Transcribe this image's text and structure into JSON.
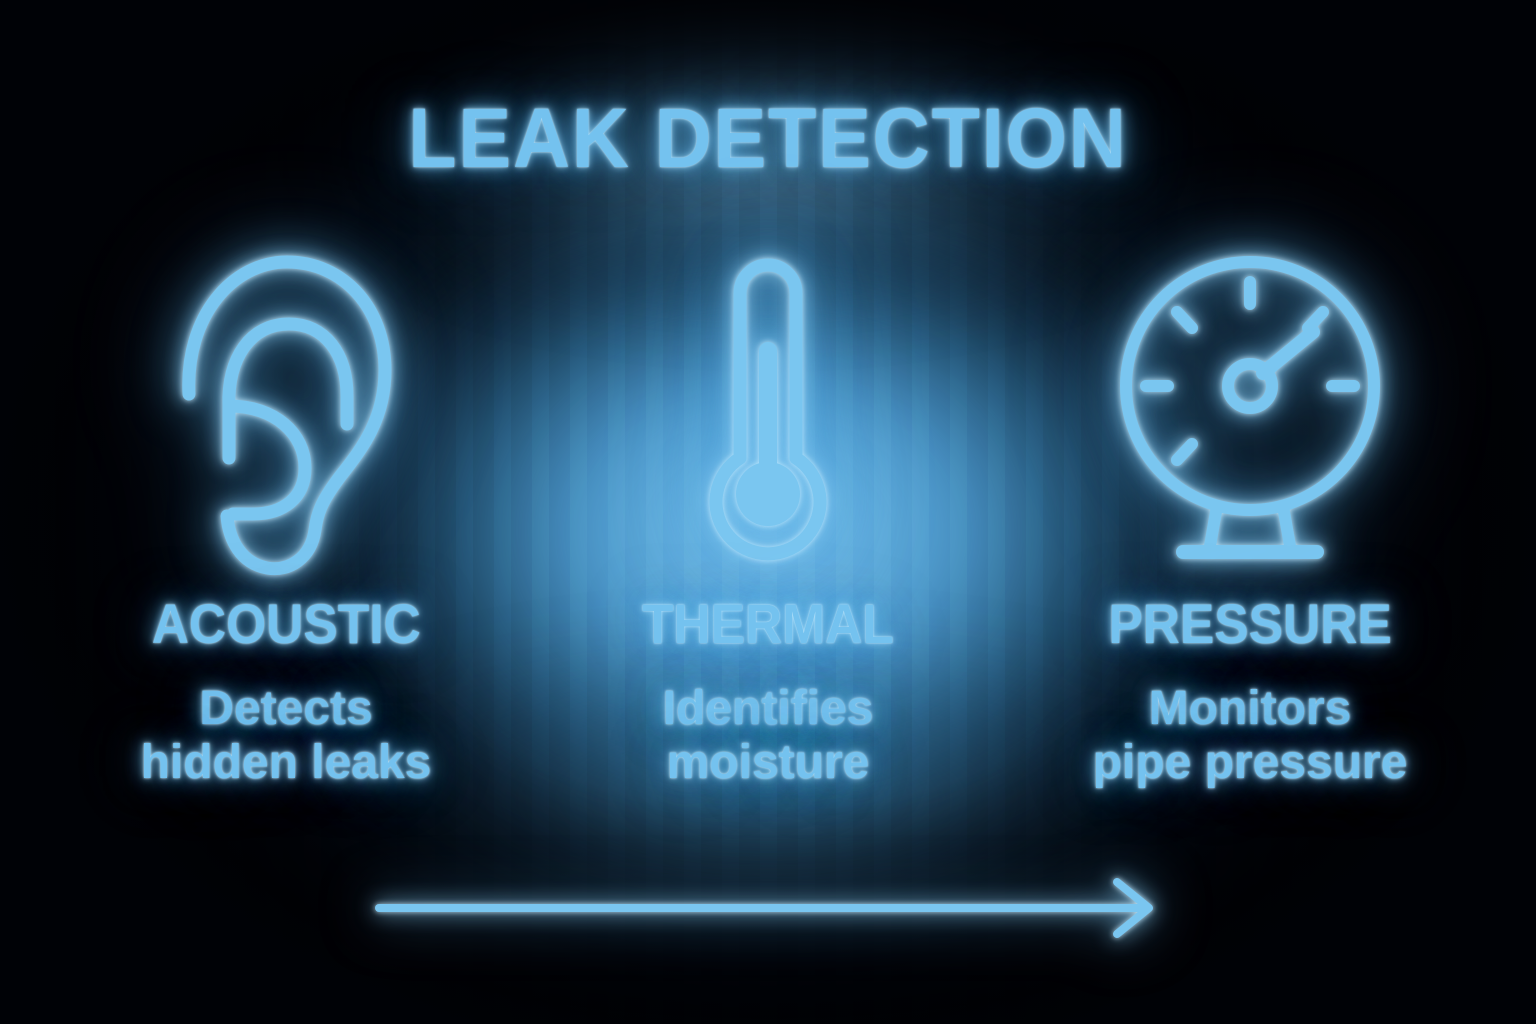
{
  "title": "LEAK DETECTION",
  "colors": {
    "neon": "#74c2ef",
    "glow": "#5ab8ea",
    "background": "#000308"
  },
  "columns": [
    {
      "icon": "ear-icon",
      "title": "ACOUSTIC",
      "desc_line1": "Detects",
      "desc_line2": "hidden leaks"
    },
    {
      "icon": "thermometer-icon",
      "title": "THERMAL",
      "desc_line1": "Identifies",
      "desc_line2": "moisture"
    },
    {
      "icon": "pressure-gauge-icon",
      "title": "PRESSURE",
      "desc_line1": "Monitors",
      "desc_line2": "pipe pressure"
    }
  ],
  "arrow": {
    "icon": "right-arrow-icon",
    "direction": "right"
  }
}
